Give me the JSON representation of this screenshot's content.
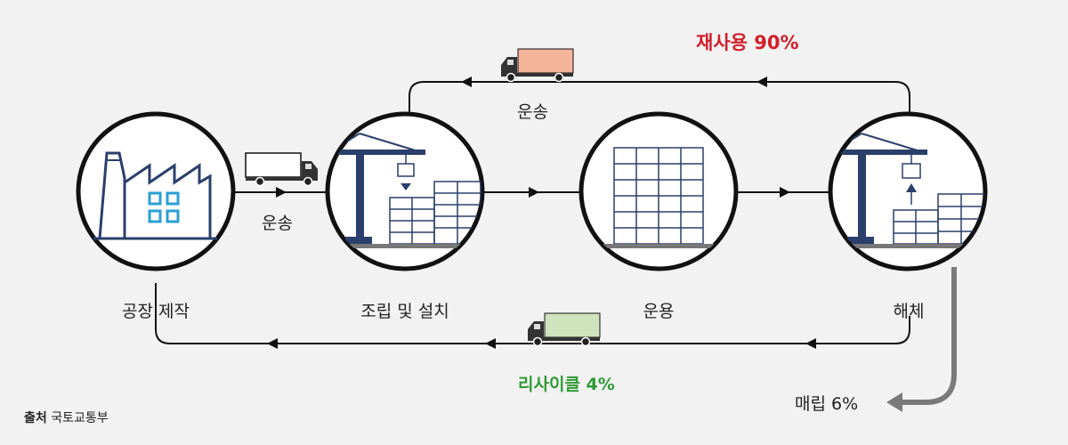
{
  "stages": [
    {
      "label": "공장 제작",
      "icon": "factory-icon"
    },
    {
      "label": "조립 및 설치",
      "icon": "crane-assembly-icon"
    },
    {
      "label": "운용",
      "icon": "modular-building-icon"
    },
    {
      "label": "해체",
      "icon": "crane-dismantle-icon"
    }
  ],
  "transport_label": "운송",
  "reuse_label": "재사용 90%",
  "recycle_label": "리사이클 4%",
  "landfill_label": "매립 6%",
  "source": {
    "prefix": "출처",
    "text": "국토교통부"
  },
  "colors": {
    "reuse": "#d11f2a",
    "recycle": "#2f9a34",
    "landfill_arrow": "#7a7a7a",
    "navy": "#2b3f6c",
    "icon_blue": "#2a9fd6",
    "truck_reuse_cargo": "#f3b49a",
    "truck_recycle_cargo": "#cfe3bd",
    "truck_forward_cargo": "#ffffff"
  }
}
